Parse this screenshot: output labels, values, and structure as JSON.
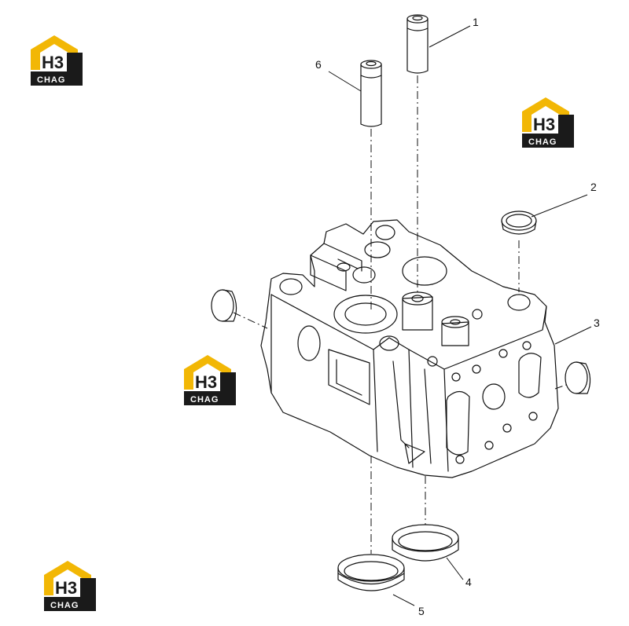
{
  "callouts": [
    {
      "id": "1",
      "label": "1"
    },
    {
      "id": "2",
      "label": "2"
    },
    {
      "id": "3",
      "label": "3"
    },
    {
      "id": "4",
      "label": "4"
    },
    {
      "id": "5",
      "label": "5"
    },
    {
      "id": "6",
      "label": "6"
    }
  ],
  "watermark": {
    "mark": "H3",
    "word": "CHAG",
    "colors": {
      "roof": "#f2b705",
      "box": "#1a1a1a",
      "letters": "#1a1a1a"
    }
  },
  "colors": {
    "line": "#111111",
    "background": "#ffffff"
  }
}
